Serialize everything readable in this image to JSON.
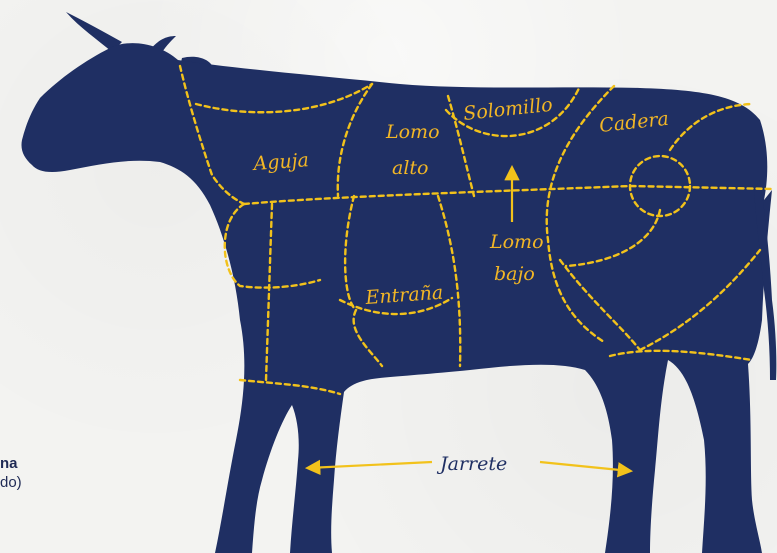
{
  "colors": {
    "cow_body": "#1f2f63",
    "cut_lines": "#f2c21b",
    "labels": "#f2b626",
    "background": "#f3f3f1"
  },
  "cuts": {
    "aguja": "Aguja",
    "lomo_alto_line1": "Lomo",
    "lomo_alto_line2": "alto",
    "solomillo": "Solomillo",
    "cadera": "Cadera",
    "lomo_bajo_line1": "Lomo",
    "lomo_bajo_line2": "bajo",
    "entrana": "Entraña",
    "jarrete": "Jarrete"
  },
  "side_text": {
    "bold": "na",
    "normal": "do)"
  }
}
